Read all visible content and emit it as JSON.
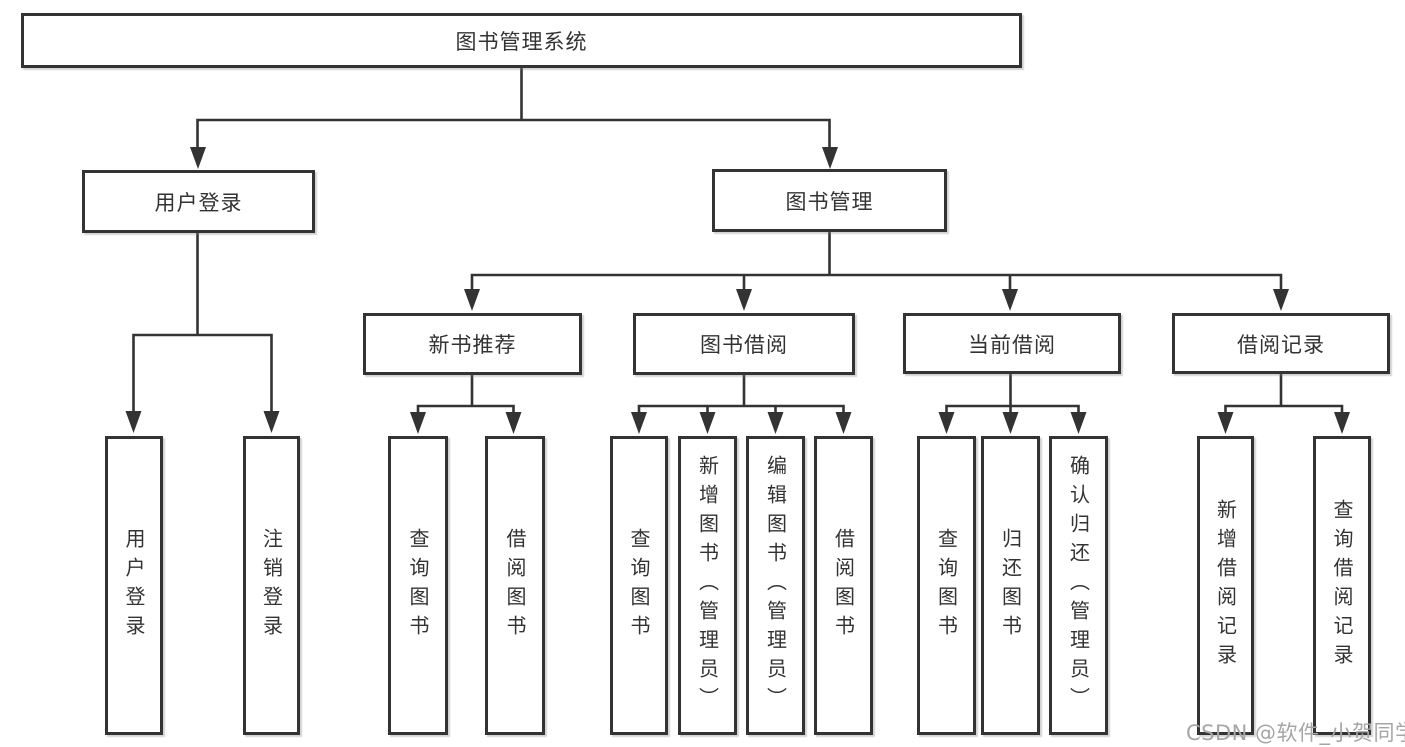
{
  "diagram": {
    "root": {
      "label": "图书管理系统"
    },
    "branches": {
      "user_login": {
        "label": "用户登录",
        "children": {
          "login": {
            "label": "用户登录"
          },
          "logout": {
            "label": "注销登录"
          }
        }
      },
      "book_mgmt": {
        "label": "图书管理",
        "children": {
          "new_book_rec": {
            "label": "新书推荐",
            "children": {
              "query_book": {
                "label": "查询图书"
              },
              "borrow_book": {
                "label": "借阅图书"
              }
            }
          },
          "book_borrow": {
            "label": "图书借阅",
            "children": {
              "query_book": {
                "label": "查询图书"
              },
              "add_book": {
                "label": "新增图书（管理员）"
              },
              "edit_book": {
                "label": "编辑图书（管理员）"
              },
              "borrow_book": {
                "label": "借阅图书"
              }
            }
          },
          "current_borrow": {
            "label": "当前借阅",
            "children": {
              "query_book": {
                "label": "查询图书"
              },
              "return_book": {
                "label": "归还图书"
              },
              "confirm_return": {
                "label": "确认归还（管理员）"
              }
            }
          },
          "borrow_records": {
            "label": "借阅记录",
            "children": {
              "add_record": {
                "label": "新增借阅记录"
              },
              "query_record": {
                "label": "查询借阅记录"
              }
            }
          }
        }
      }
    }
  },
  "colors": {
    "line": "#333333",
    "border": "#333333",
    "text": "#333333",
    "watermark": "#a6a6a6"
  },
  "watermark": {
    "text": "CSDN @软件_小贺同学"
  }
}
